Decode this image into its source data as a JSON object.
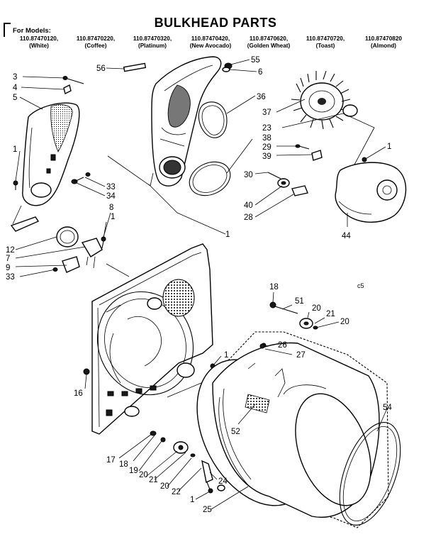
{
  "title": "BULKHEAD PARTS",
  "models_label": "For Models:",
  "models": [
    {
      "number": "110.87470120,",
      "color": "(White)"
    },
    {
      "number": "110.87470220,",
      "color": "(Coffee)"
    },
    {
      "number": "110.87470320,",
      "color": "(Platinum)"
    },
    {
      "number": "110.87470420,",
      "color": "(New Avocado)"
    },
    {
      "number": "110.87470620,",
      "color": "(Golden Wheat)"
    },
    {
      "number": "110.87470720,",
      "color": "(Toast)"
    },
    {
      "number": "110.87470820",
      "color": "(Almond)"
    }
  ],
  "corner_mark": "c5",
  "callouts": {
    "p1a": "1",
    "p1b": "1",
    "p1c": "1",
    "p1d": "1",
    "p1e": "1",
    "p1f": "1",
    "p3": "3",
    "p4": "4",
    "p5": "5",
    "p6": "6",
    "p7": "7",
    "p8": "8",
    "p9": "9",
    "p12": "12",
    "p16": "16",
    "p17": "17",
    "p18a": "18",
    "p18b": "18",
    "p19": "19",
    "p20a": "20",
    "p20b": "20",
    "p20c": "20",
    "p20d": "20",
    "p21a": "21",
    "p21b": "21",
    "p22": "22",
    "p23": "23",
    "p24": "24",
    "p25": "25",
    "p26": "26",
    "p27": "27",
    "p28": "28",
    "p29": "29",
    "p30": "30",
    "p33a": "33",
    "p33b": "33",
    "p34": "34",
    "p36": "36",
    "p37": "37",
    "p38": "38",
    "p39": "39",
    "p40": "40",
    "p44": "44",
    "p51": "51",
    "p52": "52",
    "p54": "54",
    "p55": "55",
    "p56": "56"
  }
}
